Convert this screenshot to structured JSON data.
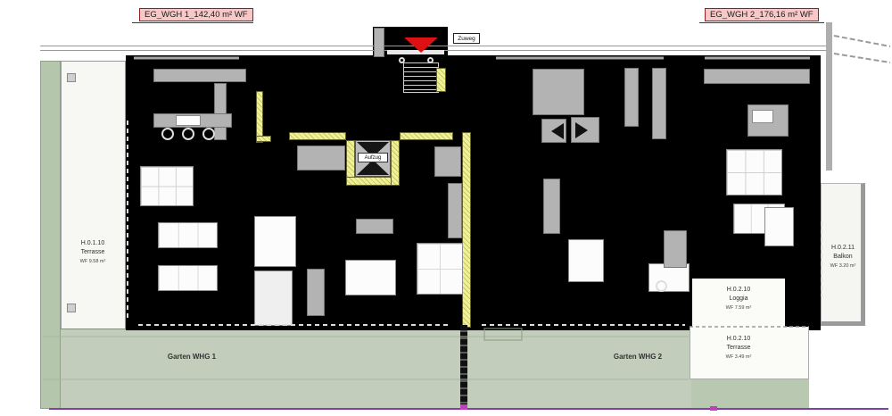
{
  "title_labels": {
    "wgh1": "EG_WGH 1_142,40 m² WF",
    "wgh2": "EG_WGH 2_176,16 m² WF"
  },
  "plan": {
    "zuweg_label": "Zuweg",
    "aufzug_label": "Aufzug"
  },
  "areas": {
    "terrace_left": {
      "code": "H.0.1.10",
      "name": "Terrasse",
      "area": "WF 9.58 m²"
    },
    "balcony": {
      "code": "H.0.2.11",
      "name": "Balkon",
      "area": "WF 3.20 m²"
    },
    "loggia": {
      "code": "H.0.2.10",
      "name": "Loggia",
      "area": "WF 7.59 m²"
    },
    "terrace_right": {
      "code": "H.0.2.10",
      "name": "Terrasse",
      "area": "WF 3.49 m²"
    },
    "garden1": {
      "name": "Garten WHG 1"
    },
    "garden2": {
      "name": "Garten WHG 2"
    }
  },
  "colors": {
    "label_bg": "#f8c8c8",
    "label_border": "#8d2020",
    "entrance_red": "#dd1111",
    "wall_yellow": "#e9e982",
    "garden_green": "#c2cdbb",
    "garden_strip_green": "#b4c6ab",
    "plan_background": "#000000",
    "boundary_purple": "#8040a8"
  }
}
